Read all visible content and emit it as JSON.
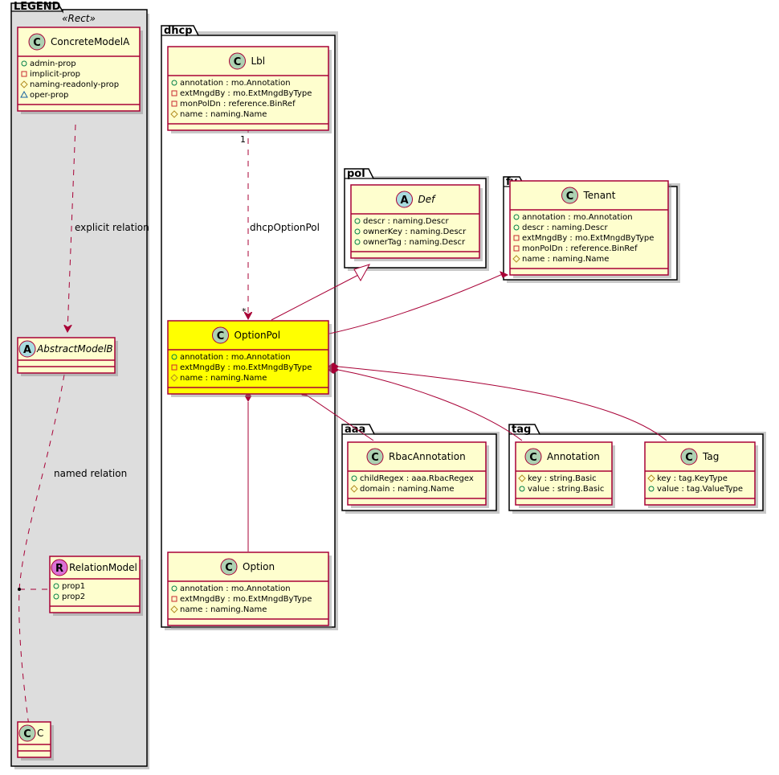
{
  "packages": {
    "legend": {
      "name": "LEGEND",
      "stereotype": "«Rect»"
    },
    "dhcp": {
      "name": "dhcp"
    },
    "pol": {
      "name": "pol"
    },
    "fv": {
      "name": "fv"
    },
    "aaa": {
      "name": "aaa"
    },
    "tag": {
      "name": "tag"
    }
  },
  "visibility_icons": {
    "public": "circle",
    "private": "square",
    "protected": "diamond",
    "package": "triangle"
  },
  "colors": {
    "border": "#a80036",
    "class_fill": "#fefece",
    "highlight_fill": "#ffff00",
    "legend_fill": "#dddddd",
    "class_circle": "#add1b2",
    "abstract_circle": "#a9dcdf",
    "relation_circle": "#da70d6",
    "public_icon": "#038048",
    "private_icon": "#c82930",
    "protected_icon": "#b38d22",
    "package_icon": "#1963a0"
  },
  "classes": {
    "ConcreteModelA": {
      "kind": "C",
      "name": "ConcreteModelA",
      "attrs": [
        {
          "vis": "public",
          "text": "admin-prop"
        },
        {
          "vis": "private",
          "text": "implicit-prop"
        },
        {
          "vis": "protected",
          "text": "naming-readonly-prop"
        },
        {
          "vis": "package",
          "text": "oper-prop"
        }
      ]
    },
    "AbstractModelB": {
      "kind": "A",
      "name": "AbstractModelB",
      "attrs": []
    },
    "RelationModel": {
      "kind": "R",
      "name": "RelationModel",
      "attrs": [
        {
          "vis": "public",
          "text": "prop1"
        },
        {
          "vis": "public",
          "text": "prop2"
        }
      ]
    },
    "C": {
      "kind": "C",
      "name": "C",
      "attrs": []
    },
    "Lbl": {
      "kind": "C",
      "name": "Lbl",
      "attrs": [
        {
          "vis": "public",
          "text": "annotation : mo.Annotation"
        },
        {
          "vis": "private",
          "text": "extMngdBy : mo.ExtMngdByType"
        },
        {
          "vis": "private",
          "text": "monPolDn : reference.BinRef"
        },
        {
          "vis": "protected",
          "text": "name : naming.Name"
        }
      ]
    },
    "OptionPol": {
      "kind": "C",
      "name": "OptionPol",
      "highlight": true,
      "attrs": [
        {
          "vis": "public",
          "text": "annotation : mo.Annotation"
        },
        {
          "vis": "private",
          "text": "extMngdBy : mo.ExtMngdByType"
        },
        {
          "vis": "protected",
          "text": "name : naming.Name"
        }
      ]
    },
    "Option": {
      "kind": "C",
      "name": "Option",
      "attrs": [
        {
          "vis": "public",
          "text": "annotation : mo.Annotation"
        },
        {
          "vis": "private",
          "text": "extMngdBy : mo.ExtMngdByType"
        },
        {
          "vis": "protected",
          "text": "name : naming.Name"
        }
      ]
    },
    "Def": {
      "kind": "A",
      "name": "Def",
      "attrs": [
        {
          "vis": "public",
          "text": "descr : naming.Descr"
        },
        {
          "vis": "public",
          "text": "ownerKey : naming.Descr"
        },
        {
          "vis": "public",
          "text": "ownerTag : naming.Descr"
        }
      ]
    },
    "Tenant": {
      "kind": "C",
      "name": "Tenant",
      "attrs": [
        {
          "vis": "public",
          "text": "annotation : mo.Annotation"
        },
        {
          "vis": "public",
          "text": "descr : naming.Descr"
        },
        {
          "vis": "private",
          "text": "extMngdBy : mo.ExtMngdByType"
        },
        {
          "vis": "private",
          "text": "monPolDn : reference.BinRef"
        },
        {
          "vis": "protected",
          "text": "name : naming.Name"
        }
      ]
    },
    "RbacAnnotation": {
      "kind": "C",
      "name": "RbacAnnotation",
      "attrs": [
        {
          "vis": "public",
          "text": "childRegex : aaa.RbacRegex"
        },
        {
          "vis": "protected",
          "text": "domain : naming.Name"
        }
      ]
    },
    "Annotation": {
      "kind": "C",
      "name": "Annotation",
      "attrs": [
        {
          "vis": "protected",
          "text": "key : string.Basic"
        },
        {
          "vis": "public",
          "text": "value : string.Basic"
        }
      ]
    },
    "Tag": {
      "kind": "C",
      "name": "Tag",
      "attrs": [
        {
          "vis": "protected",
          "text": "key : tag.KeyType"
        },
        {
          "vis": "public",
          "text": "value : tag.ValueType"
        }
      ]
    }
  },
  "relations": {
    "explicit": {
      "label": "explicit relation",
      "from": "ConcreteModelA",
      "to": "AbstractModelB",
      "type": "dashed-arrow"
    },
    "named": {
      "label": "named relation",
      "from": "AbstractModelB",
      "to": "C",
      "via": "RelationModel",
      "type": "dashed-arrow"
    },
    "dhcpOptionPol": {
      "label": "dhcpOptionPol",
      "from": "Lbl",
      "to": "OptionPol",
      "type": "dashed-arrow",
      "from_mult": "1",
      "to_mult": "*"
    },
    "inherit_def": {
      "from": "OptionPol",
      "to": "Def",
      "type": "generalization"
    },
    "tenant_owns": {
      "from": "Tenant",
      "to": "OptionPol",
      "type": "composition"
    },
    "optionpol_option": {
      "from": "OptionPol",
      "to": "Option",
      "type": "composition"
    },
    "optionpol_rbac": {
      "from": "OptionPol",
      "to": "RbacAnnotation",
      "type": "composition"
    },
    "optionpol_annotation": {
      "from": "OptionPol",
      "to": "Annotation",
      "type": "composition"
    },
    "optionpol_tag": {
      "from": "OptionPol",
      "to": "Tag",
      "type": "composition"
    }
  }
}
